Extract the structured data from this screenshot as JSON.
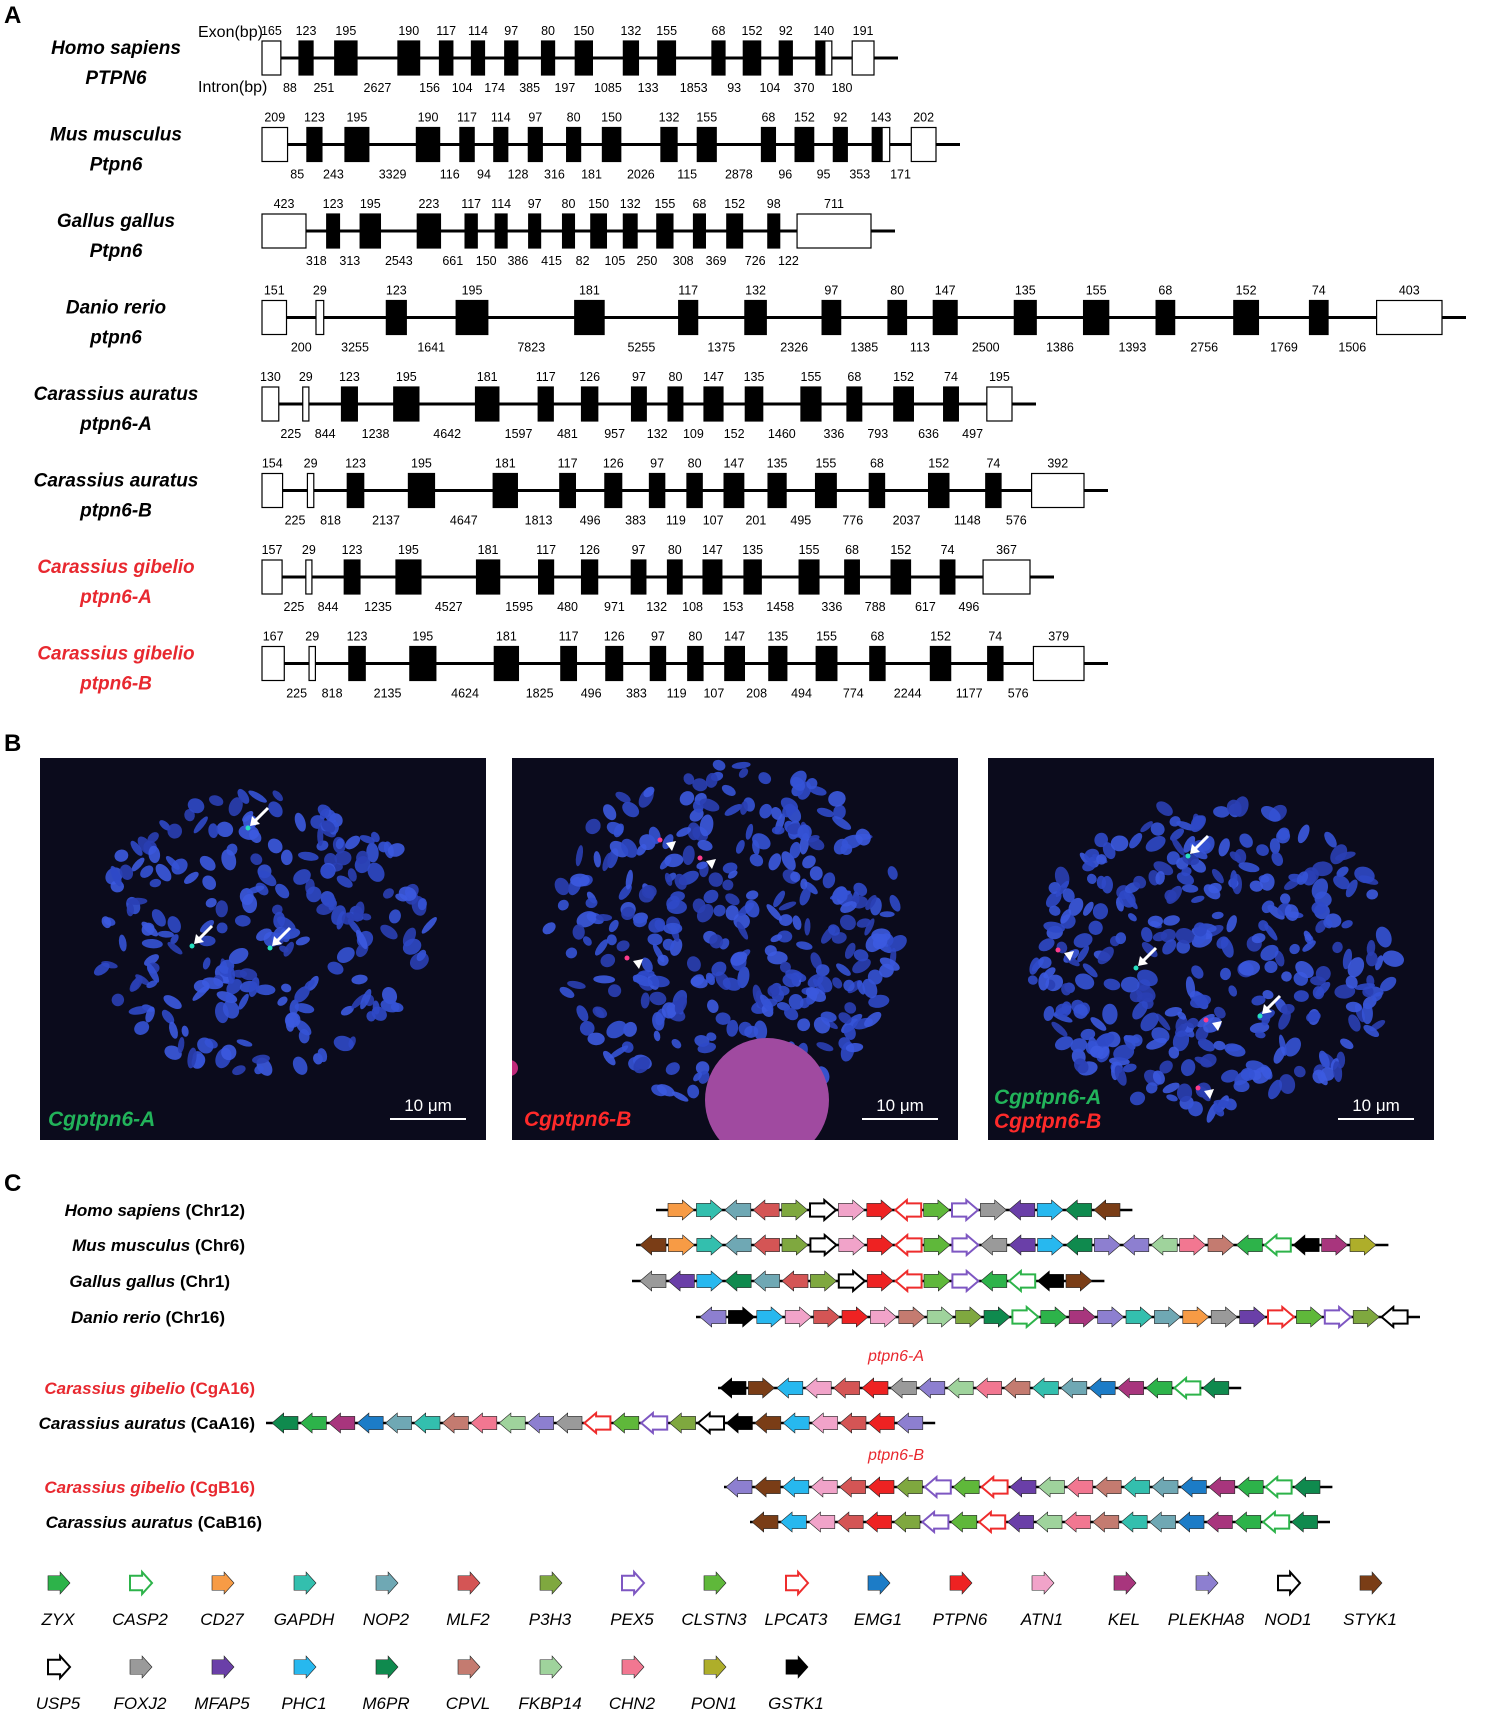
{
  "panels": {
    "a": "A",
    "b": "B",
    "c": "C"
  },
  "exon_label": "Exon(bp)",
  "intron_label": "Intron(bp)",
  "genes": [
    {
      "species": "Homo sapiens",
      "gene": "PTPN6",
      "red": false,
      "exons": [
        {
          "s": 165,
          "t": "u"
        },
        {
          "s": 123
        },
        {
          "s": 195
        },
        {
          "s": 190
        },
        {
          "s": 117
        },
        {
          "s": 114
        },
        {
          "s": 97
        },
        {
          "s": 80
        },
        {
          "s": 150
        },
        {
          "s": 132
        },
        {
          "s": 155
        },
        {
          "s": 68
        },
        {
          "s": 152
        },
        {
          "s": 92
        },
        {
          "s": 140,
          "t": "p"
        },
        {
          "s": 191,
          "t": "u"
        }
      ],
      "introns": [
        "88",
        "251",
        "2627",
        "156",
        "104",
        "174",
        "385",
        "197",
        "1085",
        "133",
        "1853",
        "93",
        "104",
        "370",
        "180"
      ]
    },
    {
      "species": "Mus musculus",
      "gene": "Ptpn6",
      "red": false,
      "exons": [
        {
          "s": 209,
          "t": "u"
        },
        {
          "s": 123
        },
        {
          "s": 195
        },
        {
          "s": 190
        },
        {
          "s": 117
        },
        {
          "s": 114
        },
        {
          "s": 97
        },
        {
          "s": 80
        },
        {
          "s": 150
        },
        {
          "s": 132
        },
        {
          "s": 155
        },
        {
          "s": 68
        },
        {
          "s": 152
        },
        {
          "s": 92
        },
        {
          "s": 143,
          "t": "p"
        },
        {
          "s": 202,
          "t": "u"
        }
      ],
      "introns": [
        "85",
        "243",
        "3329",
        "116",
        "94",
        "128",
        "316",
        "181",
        "2026",
        "115",
        "2878",
        "96",
        "95",
        "353",
        "171"
      ]
    },
    {
      "species": "Gallus gallus",
      "gene": "Ptpn6",
      "red": false,
      "exons": [
        {
          "s": 423,
          "t": "u"
        },
        {
          "s": 123
        },
        {
          "s": 195
        },
        {
          "s": 223
        },
        {
          "s": 117
        },
        {
          "s": 114
        },
        {
          "s": 97
        },
        {
          "s": 80
        },
        {
          "s": 150
        },
        {
          "s": 132
        },
        {
          "s": 155
        },
        {
          "s": 68
        },
        {
          "s": 152
        },
        {
          "s": 98
        },
        {
          "s": 711,
          "t": "u"
        }
      ],
      "introns": [
        "318",
        "313",
        "2543",
        "661",
        "150",
        "386",
        "415",
        "82",
        "105",
        "250",
        "308",
        "369",
        "726",
        "122"
      ]
    },
    {
      "species": "Danio rerio",
      "gene": "ptpn6",
      "red": false,
      "exons": [
        {
          "s": 151,
          "t": "u"
        },
        {
          "s": 29,
          "t": "u"
        },
        {
          "s": 123
        },
        {
          "s": 195
        },
        {
          "s": 181
        },
        {
          "s": 117
        },
        {
          "s": 132
        },
        {
          "s": 97
        },
        {
          "s": 80
        },
        {
          "s": 147
        },
        {
          "s": 135
        },
        {
          "s": 155
        },
        {
          "s": 68
        },
        {
          "s": 152
        },
        {
          "s": 74
        },
        {
          "s": 403,
          "t": "u"
        }
      ],
      "introns": [
        "200",
        "3255",
        "1641",
        "7823",
        "5255",
        "1375",
        "2326",
        "1385",
        "113",
        "2500",
        "1386",
        "1393",
        "2756",
        "1769",
        "1506"
      ]
    },
    {
      "species": "Carassius auratus",
      "gene": "ptpn6-A",
      "red": false,
      "exons": [
        {
          "s": 130,
          "t": "u"
        },
        {
          "s": 29,
          "t": "u"
        },
        {
          "s": 123
        },
        {
          "s": 195
        },
        {
          "s": 181
        },
        {
          "s": 117
        },
        {
          "s": 126
        },
        {
          "s": 97
        },
        {
          "s": 80
        },
        {
          "s": 147
        },
        {
          "s": 135
        },
        {
          "s": 155
        },
        {
          "s": 68
        },
        {
          "s": 152
        },
        {
          "s": 74
        },
        {
          "s": 195,
          "t": "u"
        }
      ],
      "introns": [
        "225",
        "844",
        "1238",
        "4642",
        "1597",
        "481",
        "957",
        "132",
        "109",
        "152",
        "1460",
        "336",
        "793",
        "636",
        "497"
      ]
    },
    {
      "species": "Carassius auratus",
      "gene": "ptpn6-B",
      "red": false,
      "exons": [
        {
          "s": 154,
          "t": "u"
        },
        {
          "s": 29,
          "t": "u"
        },
        {
          "s": 123
        },
        {
          "s": 195
        },
        {
          "s": 181
        },
        {
          "s": 117
        },
        {
          "s": 126
        },
        {
          "s": 97
        },
        {
          "s": 80
        },
        {
          "s": 147
        },
        {
          "s": 135
        },
        {
          "s": 155
        },
        {
          "s": 68
        },
        {
          "s": 152
        },
        {
          "s": 74
        },
        {
          "s": 392,
          "t": "u"
        }
      ],
      "introns": [
        "225",
        "818",
        "2137",
        "4647",
        "1813",
        "496",
        "383",
        "119",
        "107",
        "201",
        "495",
        "776",
        "2037",
        "1148",
        "576"
      ]
    },
    {
      "species": "Carassius gibelio",
      "gene": "ptpn6-A",
      "red": true,
      "exons": [
        {
          "s": 157,
          "t": "u"
        },
        {
          "s": 29,
          "t": "u"
        },
        {
          "s": 123
        },
        {
          "s": 195
        },
        {
          "s": 181
        },
        {
          "s": 117
        },
        {
          "s": 126
        },
        {
          "s": 97
        },
        {
          "s": 80
        },
        {
          "s": 147
        },
        {
          "s": 135
        },
        {
          "s": 155
        },
        {
          "s": 68
        },
        {
          "s": 152
        },
        {
          "s": 74
        },
        {
          "s": 367,
          "t": "u"
        }
      ],
      "introns": [
        "225",
        "844",
        "1235",
        "4527",
        "1595",
        "480",
        "971",
        "132",
        "108",
        "153",
        "1458",
        "336",
        "788",
        "617",
        "496"
      ]
    },
    {
      "species": "Carassius gibelio",
      "gene": "ptpn6-B",
      "red": true,
      "exons": [
        {
          "s": 167,
          "t": "u"
        },
        {
          "s": 29,
          "t": "u"
        },
        {
          "s": 123
        },
        {
          "s": 195
        },
        {
          "s": 181
        },
        {
          "s": 117
        },
        {
          "s": 126
        },
        {
          "s": 97
        },
        {
          "s": 80
        },
        {
          "s": 147
        },
        {
          "s": 135
        },
        {
          "s": 155
        },
        {
          "s": 68
        },
        {
          "s": 152
        },
        {
          "s": 74
        },
        {
          "s": 379,
          "t": "u"
        }
      ],
      "introns": [
        "225",
        "818",
        "2135",
        "4624",
        "1825",
        "496",
        "383",
        "119",
        "107",
        "208",
        "494",
        "774",
        "2244",
        "1177",
        "576"
      ]
    }
  ],
  "fish": [
    {
      "labels": [
        {
          "text": "Cgptpn6-A",
          "color": "#22b35a"
        }
      ],
      "scale": "10 μm"
    },
    {
      "labels": [
        {
          "text": "Cgptpn6-B",
          "color": "#ff2a2a"
        }
      ],
      "scale": "10 μm"
    },
    {
      "labels": [
        {
          "text": "Cgptpn6-A",
          "color": "#22b35a"
        },
        {
          "text": "Cgptpn6-B",
          "color": "#ff2a2a"
        }
      ],
      "scale": "10 μm"
    }
  ],
  "synteny": {
    "rows": [
      {
        "italic": "Homo sapiens",
        "chr": " (Chr12)",
        "red": false,
        "genes": [
          "CD27",
          "GAPDH",
          "NOP2",
          "MLF2",
          "P3H3",
          "USP5",
          "ATN1",
          "PTPN6",
          "LPCAT3",
          "CLSTN3",
          "PEX5",
          "FOXJ2",
          "MFAP5",
          "PHC1",
          "M6PR",
          "STYK1"
        ],
        "dirs": [
          "R",
          "R",
          "L",
          "L",
          "R",
          "R",
          "R",
          "R",
          "L",
          "R",
          "R",
          "R",
          "L",
          "R",
          "L",
          "L"
        ]
      },
      {
        "italic": "Mus musculus",
        "chr": " (Chr6)",
        "red": false,
        "genes": [
          "STYK1",
          "CD27",
          "GAPDH",
          "NOP2",
          "MLF2",
          "P3H3",
          "USP5",
          "ATN1",
          "PTPN6",
          "LPCAT3",
          "CLSTN3",
          "PEX5",
          "FOXJ2",
          "MFAP5",
          "PHC1",
          "M6PR",
          "PLEKHA8",
          "PLEKHA8",
          "FKBP14",
          "CHN2",
          "CPVL",
          "ZYX",
          "CASP2",
          "GSTK1",
          "KEL",
          "PON1"
        ],
        "dirs": [
          "L",
          "R",
          "R",
          "L",
          "L",
          "R",
          "R",
          "R",
          "R",
          "L",
          "R",
          "R",
          "L",
          "L",
          "R",
          "L",
          "R",
          "L",
          "L",
          "R",
          "R",
          "L",
          "L",
          "L",
          "R",
          "R"
        ]
      },
      {
        "italic": "Gallus gallus",
        "chr": " (Chr1)",
        "red": false,
        "genes": [
          "FOXJ2",
          "MFAP5",
          "PHC1",
          "M6PR",
          "NOP2",
          "MLF2",
          "P3H3",
          "USP5",
          "PTPN6",
          "LPCAT3",
          "CLSTN3",
          "PEX5",
          "ZYX",
          "CASP2",
          "GSTK1",
          "STYK1"
        ],
        "dirs": [
          "L",
          "L",
          "R",
          "L",
          "L",
          "L",
          "R",
          "R",
          "R",
          "L",
          "R",
          "R",
          "L",
          "L",
          "L",
          "R"
        ]
      },
      {
        "italic": "Danio rerio",
        "chr": " (Chr16)",
        "red": false,
        "genes": [
          "PLEKHA8",
          "GSTK1",
          "PHC1",
          "ATN1",
          "MLF2",
          "PTPN6",
          "ATN1",
          "CPVL",
          "FKBP14",
          "P3H3",
          "M6PR",
          "CASP2",
          "ZYX",
          "KEL",
          "PLEKHA8",
          "GAPDH",
          "NOP2",
          "CD27",
          "FOXJ2",
          "MFAP5",
          "LPCAT3",
          "CLSTN3",
          "PEX5",
          "P3H3",
          "USP5"
        ],
        "dirs": [
          "L",
          "R",
          "R",
          "R",
          "R",
          "R",
          "R",
          "R",
          "R",
          "R",
          "R",
          "R",
          "R",
          "R",
          "R",
          "R",
          "R",
          "R",
          "R",
          "R",
          "R",
          "R",
          "R",
          "R",
          "L"
        ]
      },
      {
        "italic": "Carassius gibelio",
        "chr": " (CgA16)",
        "red": true,
        "tag": "ptpn6-A",
        "genes": [
          "GSTK1",
          "STYK1",
          "PHC1",
          "ATN1",
          "MLF2",
          "PTPN6",
          "FOXJ2",
          "PLEKHA8",
          "FKBP14",
          "CHN2",
          "CPVL",
          "GAPDH",
          "NOP2",
          "EMG1",
          "KEL",
          "ZYX",
          "CASP2",
          "M6PR"
        ],
        "dirs": [
          "L",
          "R",
          "L",
          "L",
          "L",
          "L",
          "L",
          "L",
          "L",
          "L",
          "L",
          "L",
          "L",
          "L",
          "L",
          "L",
          "L",
          "L"
        ]
      },
      {
        "italic": "Carassius auratus",
        "chr": " (CaA16)",
        "red": false,
        "genes": [
          "M6PR",
          "ZYX",
          "KEL",
          "EMG1",
          "NOP2",
          "GAPDH",
          "CPVL",
          "CHN2",
          "FKBP14",
          "PLEKHA8",
          "FOXJ2",
          "LPCAT3",
          "CLSTN3",
          "PEX5",
          "P3H3",
          "USP5",
          "GSTK1",
          "STYK1",
          "PHC1",
          "ATN1",
          "MLF2",
          "PTPN6",
          "PLEKHA8"
        ],
        "dirs": [
          "L",
          "L",
          "L",
          "L",
          "L",
          "L",
          "L",
          "L",
          "L",
          "L",
          "L",
          "L",
          "L",
          "L",
          "L",
          "L",
          "L",
          "L",
          "L",
          "L",
          "L",
          "L",
          "L"
        ]
      },
      {
        "italic": "Carassius gibelio",
        "chr": " (CgB16)",
        "red": true,
        "tag": "ptpn6-B",
        "genes": [
          "PLEKHA8",
          "STYK1",
          "PHC1",
          "ATN1",
          "MLF2",
          "PTPN6",
          "P3H3",
          "PEX5",
          "CLSTN3",
          "LPCAT3",
          "MFAP5",
          "FKBP14",
          "CHN2",
          "CPVL",
          "GAPDH",
          "NOP2",
          "EMG1",
          "KEL",
          "ZYX",
          "CASP2",
          "M6PR"
        ],
        "dirs": [
          "L",
          "L",
          "L",
          "L",
          "L",
          "L",
          "L",
          "L",
          "L",
          "L",
          "L",
          "L",
          "L",
          "L",
          "L",
          "L",
          "L",
          "L",
          "L",
          "L",
          "L"
        ]
      },
      {
        "italic": "Carassius auratus",
        "chr": " (CaB16)",
        "red": false,
        "genes": [
          "STYK1",
          "PHC1",
          "ATN1",
          "MLF2",
          "PTPN6",
          "P3H3",
          "PEX5",
          "CLSTN3",
          "LPCAT3",
          "MFAP5",
          "FKBP14",
          "CHN2",
          "CPVL",
          "GAPDH",
          "NOP2",
          "EMG1",
          "KEL",
          "ZYX",
          "CASP2",
          "M6PR"
        ],
        "dirs": [
          "L",
          "L",
          "L",
          "L",
          "L",
          "L",
          "L",
          "L",
          "L",
          "L",
          "L",
          "L",
          "L",
          "L",
          "L",
          "L",
          "L",
          "L",
          "L",
          "L"
        ]
      }
    ],
    "legend": [
      {
        "name": "ZYX",
        "color": "#2db34a",
        "outline": false
      },
      {
        "name": "CASP2",
        "color": "#2db34a",
        "outline": true
      },
      {
        "name": "CD27",
        "color": "#f79b45",
        "outline": false
      },
      {
        "name": "GAPDH",
        "color": "#33bfae",
        "outline": false
      },
      {
        "name": "NOP2",
        "color": "#6fa8b4",
        "outline": false
      },
      {
        "name": "MLF2",
        "color": "#d45555",
        "outline": false
      },
      {
        "name": "P3H3",
        "color": "#7fa83f",
        "outline": false
      },
      {
        "name": "PEX5",
        "color": "#7e57c2",
        "outline": true
      },
      {
        "name": "CLSTN3",
        "color": "#5fb83a",
        "outline": false
      },
      {
        "name": "LPCAT3",
        "color": "#ee2c2c",
        "outline": true
      },
      {
        "name": "EMG1",
        "color": "#1c7cc7",
        "outline": false
      },
      {
        "name": "PTPN6",
        "color": "#ee2222",
        "outline": false
      },
      {
        "name": "ATN1",
        "color": "#f1a3c9",
        "outline": false
      },
      {
        "name": "KEL",
        "color": "#a8357d",
        "outline": false
      },
      {
        "name": "PLEKHA8",
        "color": "#8d7fd0",
        "outline": false
      },
      {
        "name": "NOD1",
        "color": "#000000",
        "outline": true
      },
      {
        "name": "STYK1",
        "color": "#7a3d16",
        "outline": false
      },
      {
        "name": "USP5",
        "color": "#000000",
        "outline": true
      },
      {
        "name": "FOXJ2",
        "color": "#9a9a9a",
        "outline": false
      },
      {
        "name": "MFAP5",
        "color": "#6a3fa8",
        "outline": false
      },
      {
        "name": "PHC1",
        "color": "#27b8ef",
        "outline": false
      },
      {
        "name": "M6PR",
        "color": "#0f8a4e",
        "outline": false
      },
      {
        "name": "CPVL",
        "color": "#c47b70",
        "outline": false
      },
      {
        "name": "FKBP14",
        "color": "#9fd39c",
        "outline": false
      },
      {
        "name": "CHN2",
        "color": "#f27791",
        "outline": false
      },
      {
        "name": "PON1",
        "color": "#aeae2a",
        "outline": false
      },
      {
        "name": "GSTK1",
        "color": "#000000",
        "outline": false
      }
    ]
  }
}
